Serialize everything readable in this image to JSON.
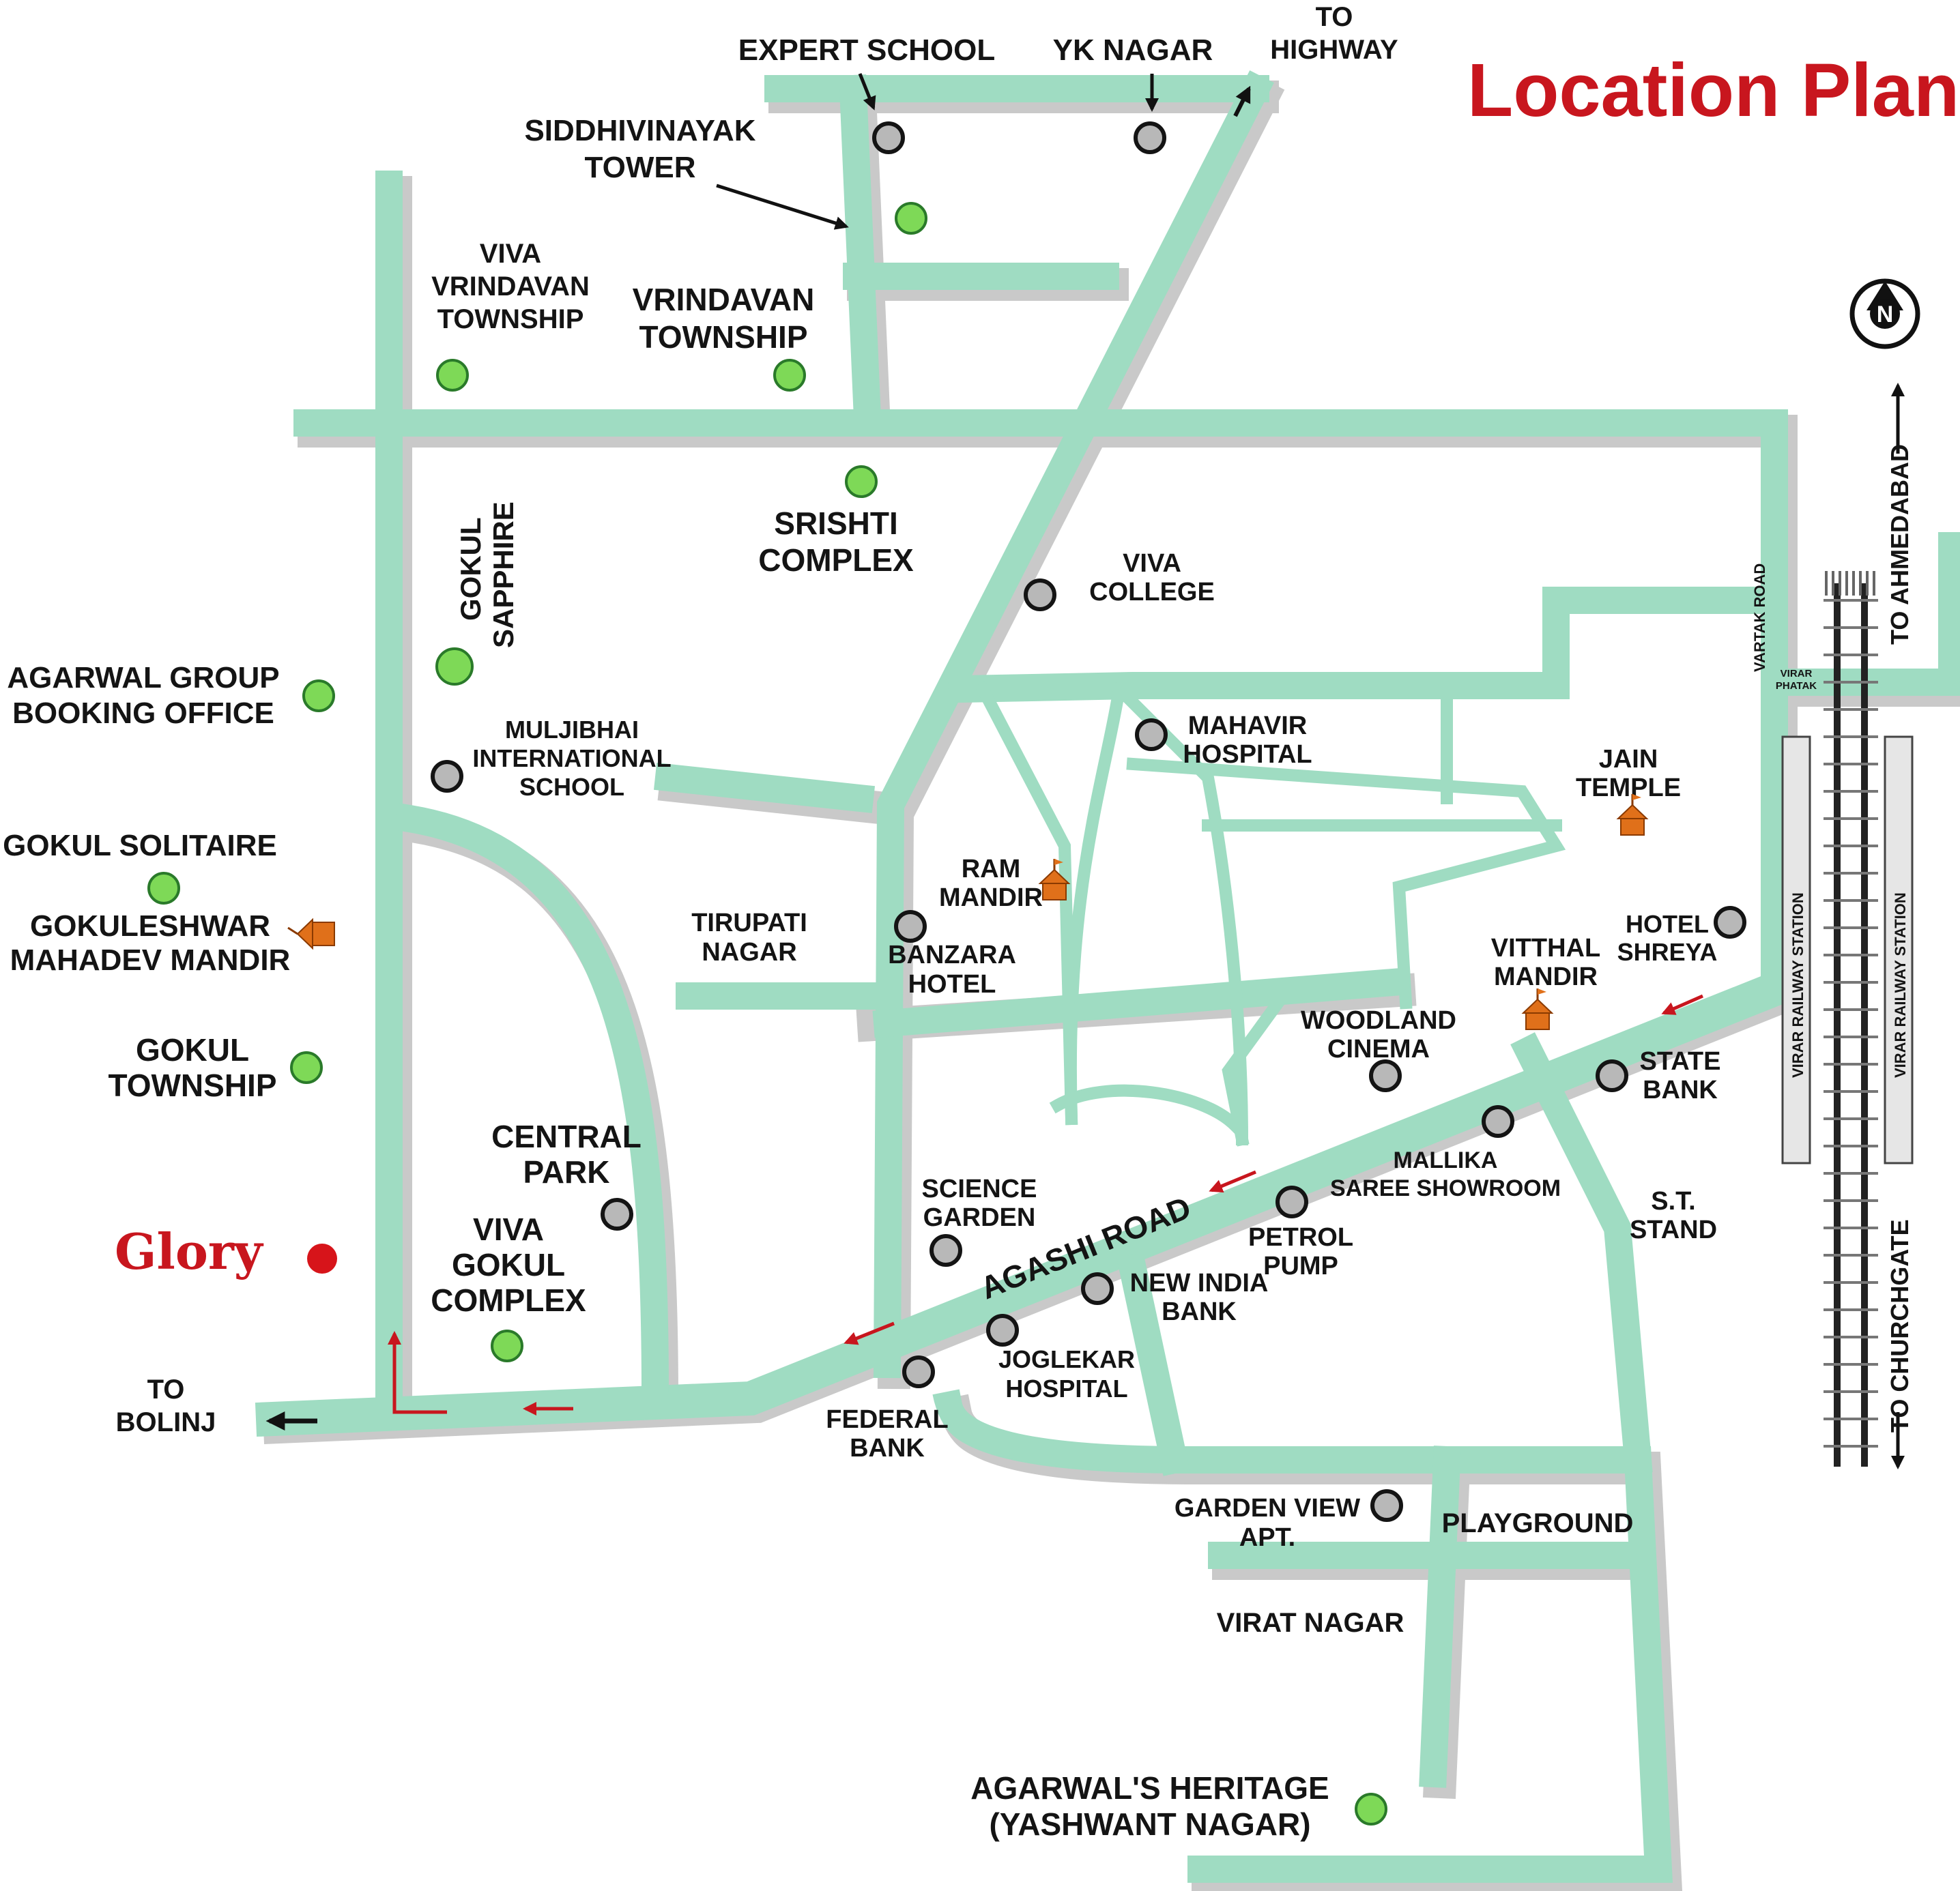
{
  "title": "Location Plan",
  "project_marker": {
    "label": "Glory",
    "color": "#d7141a"
  },
  "colors": {
    "road": "#9fdcc2",
    "title": "#c8161e",
    "landmark_green": "#7ed957",
    "landmark_grey": "#b8b8b8",
    "temple": "#e0701a"
  },
  "road_labels": {
    "agashi_road": "AGASHI ROAD",
    "vartak_road": "VARTAK ROAD",
    "virar_phatak_1": "VIRAR",
    "virar_phatak_2": "PHATAK"
  },
  "directions": {
    "highway_1": "TO",
    "highway_2": "HIGHWAY",
    "bolinj_1": "TO",
    "bolinj_2": "BOLINJ",
    "ahmedabad": "TO AHMEDABAD",
    "churchgate": "TO CHURCHGATE"
  },
  "railway": {
    "station_west": "VIRAR RAILWAY STATION",
    "station_east": "VIRAR RAILWAY STATION"
  },
  "compass": {
    "letter": "N"
  },
  "landmarks": {
    "expert_school": "EXPERT SCHOOL",
    "yk_nagar": "YK NAGAR",
    "siddhivinayak_1": "SIDDHIVINAYAK",
    "siddhivinayak_2": "TOWER",
    "viva_vrindavan_1": "VIVA",
    "viva_vrindavan_2": "VRINDAVAN",
    "viva_vrindavan_3": "TOWNSHIP",
    "vrindavan_1": "VRINDAVAN",
    "vrindavan_2": "TOWNSHIP",
    "srishti_1": "SRISHTI",
    "srishti_2": "COMPLEX",
    "viva_college_1": "VIVA",
    "viva_college_2": "COLLEGE",
    "gokul_sapphire_1": "GOKUL",
    "gokul_sapphire_2": "SAPPHIRE",
    "agarwal_booking_1": "AGARWAL GROUP",
    "agarwal_booking_2": "BOOKING OFFICE",
    "muljibhai_1": "MULJIBHAI",
    "muljibhai_2": "INTERNATIONAL",
    "muljibhai_3": "SCHOOL",
    "mahavir_1": "MAHAVIR",
    "mahavir_2": "HOSPITAL",
    "jain_1": "JAIN",
    "jain_2": "TEMPLE",
    "gokul_solitaire": "GOKUL SOLITAIRE",
    "gokuleshwar_1": "GOKULESHWAR",
    "gokuleshwar_2": "MAHADEV MANDIR",
    "ram_1": "RAM",
    "ram_2": "MANDIR",
    "tirupati_1": "TIRUPATI",
    "tirupati_2": "NAGAR",
    "banzara_1": "BANZARA",
    "banzara_2": "HOTEL",
    "hotel_shreya_1": "HOTEL",
    "hotel_shreya_2": "SHREYA",
    "vitthal_1": "VITTHAL",
    "vitthal_2": "MANDIR",
    "woodland_1": "WOODLAND",
    "woodland_2": "CINEMA",
    "state_bank_1": "STATE",
    "state_bank_2": "BANK",
    "gokul_township_1": "GOKUL",
    "gokul_township_2": "TOWNSHIP",
    "central_park_1": "CENTRAL",
    "central_park_2": "PARK",
    "mallika_1": "MALLIKA",
    "mallika_2": "SAREE SHOWROOM",
    "science_1": "SCIENCE",
    "science_2": "GARDEN",
    "st_stand_1": "S.T.",
    "st_stand_2": "STAND",
    "viva_gokul_1": "VIVA",
    "viva_gokul_2": "GOKUL",
    "viva_gokul_3": "COMPLEX",
    "petrol_1": "PETROL",
    "petrol_2": "PUMP",
    "new_india_1": "NEW INDIA",
    "new_india_2": "BANK",
    "joglekar_1": "JOGLEKAR",
    "joglekar_2": "HOSPITAL",
    "federal_1": "FEDERAL",
    "federal_2": "BANK",
    "garden_view_1": "GARDEN VIEW",
    "garden_view_2": "APT.",
    "playground": "PLAYGROUND",
    "virat_nagar": "VIRAT NAGAR",
    "heritage_1": "AGARWAL'S HERITAGE",
    "heritage_2": "(YASHWANT NAGAR)"
  }
}
